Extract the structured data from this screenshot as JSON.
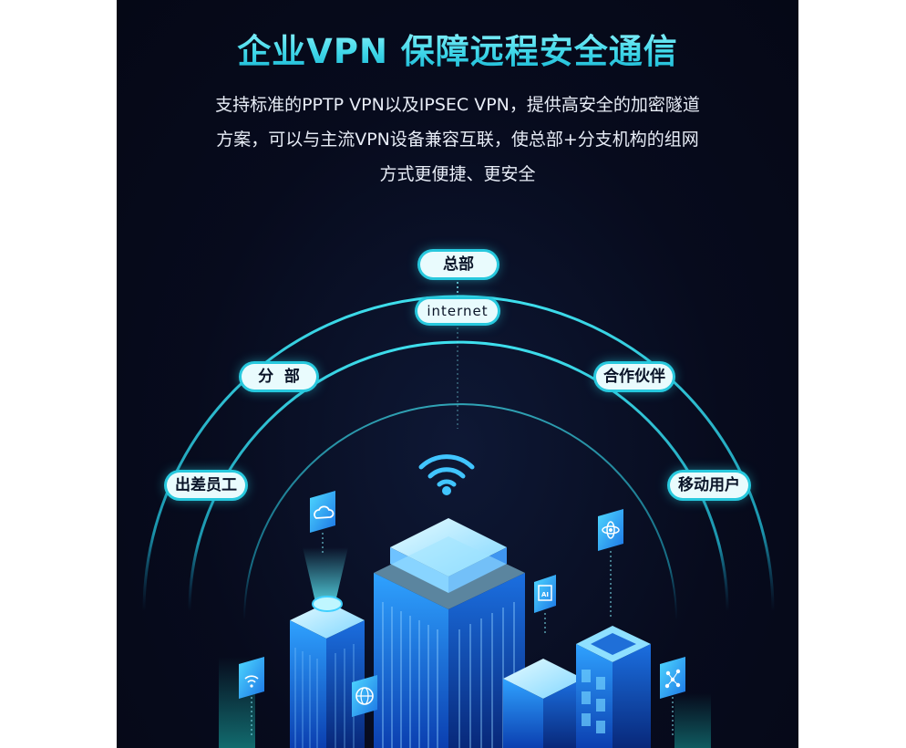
{
  "header": {
    "title": "企业VPN 保障远程安全通信",
    "description_lines": [
      "支持标准的PPTP VPN以及IPSEC VPN，提供高安全的加密隧道",
      "方案，可以与主流VPN设备兼容互联，使总部+分支机构的组网",
      "方式更便捷、更安全"
    ]
  },
  "diagram": {
    "labels": {
      "hq": "总部",
      "internet": "internet",
      "branch": "分  部",
      "partner": "合作伙伴",
      "traveler": "出差员工",
      "mobile": "移动用户"
    },
    "icons": [
      "wifi-icon",
      "cloud-icon",
      "ai-chip-icon",
      "atom-icon",
      "globe-icon",
      "network-nodes-icon"
    ]
  },
  "colors": {
    "background": "#070b1d",
    "accent_cyan": "#27c8dd",
    "title_gradient": [
      "#9ff8ff",
      "#18b6d4"
    ],
    "building_blue": "#1f7de6"
  }
}
